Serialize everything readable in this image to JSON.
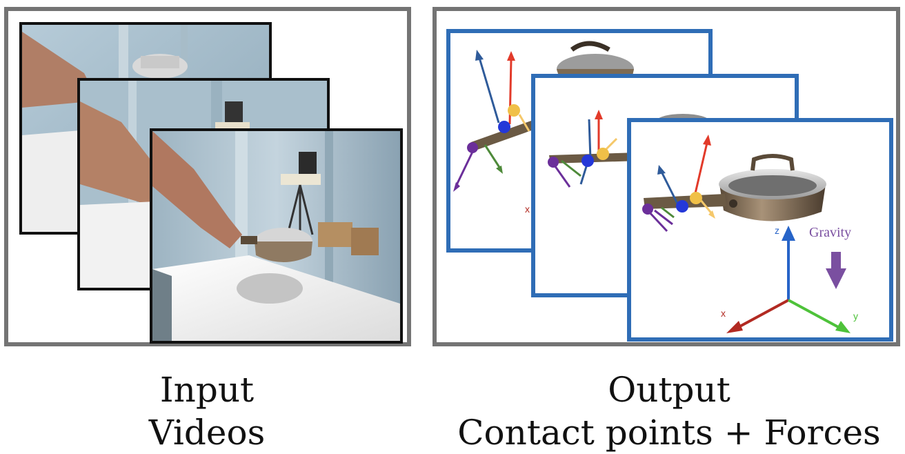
{
  "input_panel": {
    "caption_line1": "Input",
    "caption_line2": "Videos"
  },
  "output_panel": {
    "caption_line1": "Output",
    "caption_line2": "Contact points + Forces",
    "gravity_label": "Gravity",
    "axis_x": "x",
    "axis_y": "y",
    "axis_z": "z",
    "back_frame_axis_x": "x"
  },
  "colors": {
    "panel_border": "#747474",
    "output_frame_border": "#2f6db6",
    "gravity": "#7a4fa0",
    "axis_x": "#b22a22",
    "axis_y": "#4ec23a",
    "axis_z": "#2764c8",
    "force_red": "#e23a2a",
    "force_blue": "#2f5b9a",
    "force_green": "#4e8a3a",
    "force_purple": "#6b2f9a",
    "force_yellow": "#f5c86a"
  }
}
